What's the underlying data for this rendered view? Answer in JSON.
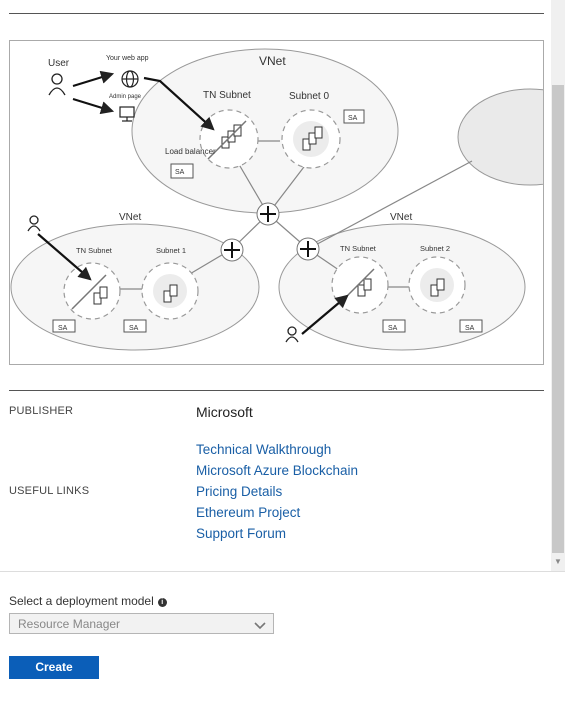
{
  "diagram": {
    "user_label": "User",
    "web_app_label": "Your web app",
    "admin_page_label": "Admin page",
    "vnet_top": "VNet",
    "tn_subnet_top": "TN Subnet",
    "subnet0": "Subnet 0",
    "load_balancer": "Load balancer",
    "sa": "SA",
    "vnet_left": "VNet",
    "tn_subnet_left": "TN Subnet",
    "subnet1": "Subnet 1",
    "vnet_right": "VNet",
    "tn_subnet_right": "TN Subnet",
    "subnet2": "Subnet 2"
  },
  "details": {
    "publisher_label": "PUBLISHER",
    "publisher_value": "Microsoft",
    "useful_links_label": "USEFUL LINKS",
    "links": [
      "Technical Walkthrough",
      "Microsoft Azure Blockchain",
      "Pricing Details",
      "Ethereum Project",
      "Support Forum"
    ]
  },
  "deployment": {
    "label": "Select a deployment model",
    "info_icon": "info-icon",
    "selected": "Resource Manager",
    "create_label": "Create"
  },
  "colors": {
    "accent": "#0b5eb8",
    "link": "#1a5fa6"
  }
}
